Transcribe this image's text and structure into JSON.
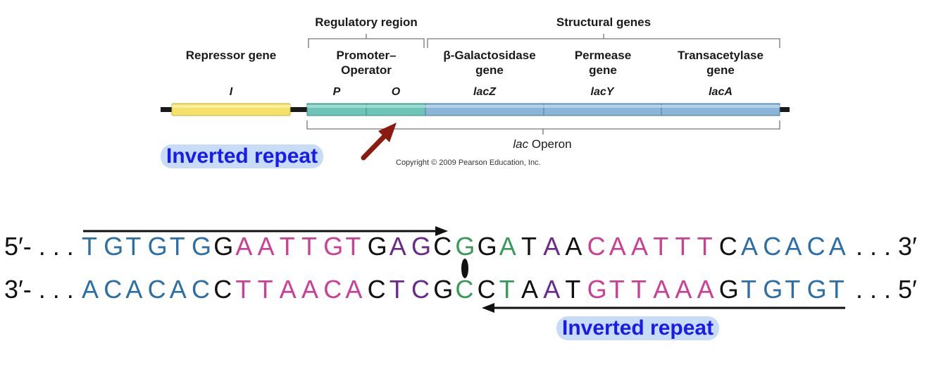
{
  "header": {
    "regulatory_region": "Regulatory region",
    "structural_genes": "Structural genes"
  },
  "genes": [
    {
      "label_lines": [
        "Repressor gene"
      ],
      "id": "I",
      "color": "#f5e06a"
    },
    {
      "label_lines": [
        "Promoter–",
        "Operator"
      ],
      "ids": [
        "P",
        "O"
      ],
      "color": "#6fc4b8"
    },
    {
      "label_lines": [
        "β-Galactosidase",
        "gene"
      ],
      "id": "lacZ",
      "color": "#8cb4d6"
    },
    {
      "label_lines": [
        "Permease",
        "gene"
      ],
      "id": "lacY",
      "color": "#8cb4d6"
    },
    {
      "label_lines": [
        "Transacetylase",
        "gene"
      ],
      "id": "lacA",
      "color": "#8cb4d6"
    }
  ],
  "operon": {
    "italic": "lac",
    "rest": " Operon"
  },
  "copyright": "Copyright © 2009 Pearson Education, Inc.",
  "annotations": {
    "top_inverted_repeat": "Inverted repeat",
    "bottom_inverted_repeat": "Inverted repeat",
    "arrow_color": "#8b1a10"
  },
  "sequence": {
    "top_prefix": "5′- . . .",
    "top_suffix": ". . . 3′",
    "bottom_prefix": "3′- . . .",
    "bottom_suffix": ". . . 5′",
    "top": "TGTGTGGAATTGTGAGCGGATAACAATTTCACACA",
    "bottom": "ACACACCTTAACACTCGCCTAATGTTAAAGTGTGT",
    "top_colors": [
      "blue",
      "blue",
      "blue",
      "blue",
      "blue",
      "blue",
      "black",
      "pink",
      "pink",
      "pink",
      "pink",
      "pink",
      "pink",
      "black",
      "purple",
      "purple",
      "black",
      "green",
      "black",
      "green",
      "black",
      "purple",
      "black",
      "pink",
      "pink",
      "pink",
      "pink",
      "pink",
      "pink",
      "black",
      "blue",
      "blue",
      "blue",
      "blue",
      "blue"
    ],
    "bottom_colors": [
      "blue",
      "blue",
      "blue",
      "blue",
      "blue",
      "blue",
      "black",
      "pink",
      "pink",
      "pink",
      "pink",
      "pink",
      "pink",
      "black",
      "purple",
      "purple",
      "black",
      "green",
      "black",
      "green",
      "black",
      "purple",
      "black",
      "pink",
      "pink",
      "pink",
      "pink",
      "pink",
      "pink",
      "black",
      "blue",
      "blue",
      "blue",
      "blue",
      "blue"
    ]
  },
  "palette": {
    "blue": "#2b6ea8",
    "black": "#111111",
    "pink": "#cc3f93",
    "purple": "#6a2a8a",
    "green": "#3a9a5a"
  }
}
